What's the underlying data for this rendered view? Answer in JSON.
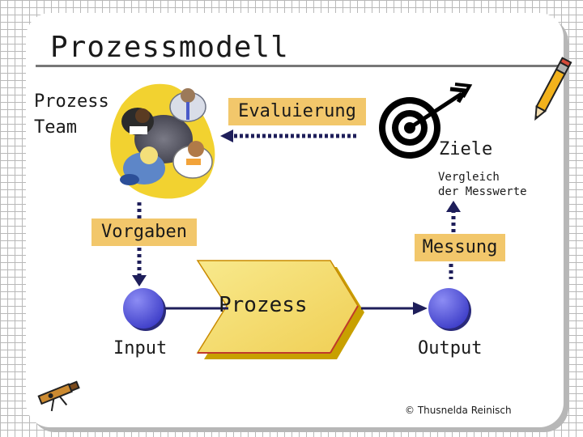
{
  "slide": {
    "title": "Prozessmodell",
    "team_label_line1": "Prozess",
    "team_label_line2": "Team",
    "evaluierung": "Evaluierung",
    "ziele": "Ziele",
    "vergleich_line1": "Vergleich",
    "vergleich_line2": "der Messwerte",
    "vorgaben": "Vorgaben",
    "messung": "Messung",
    "prozess": "Prozess",
    "input": "Input",
    "output": "Output",
    "copyright": "© Thusnelda Reinisch"
  },
  "colors": {
    "box_fill": "#f2c76b",
    "process_fill": "#f5de6e",
    "node_fill": "#5b5bdc",
    "arrow": "#1e1e5a"
  },
  "icons": [
    "team-meeting-icon",
    "target-dart-icon",
    "pencil-icon",
    "telescope-icon"
  ]
}
